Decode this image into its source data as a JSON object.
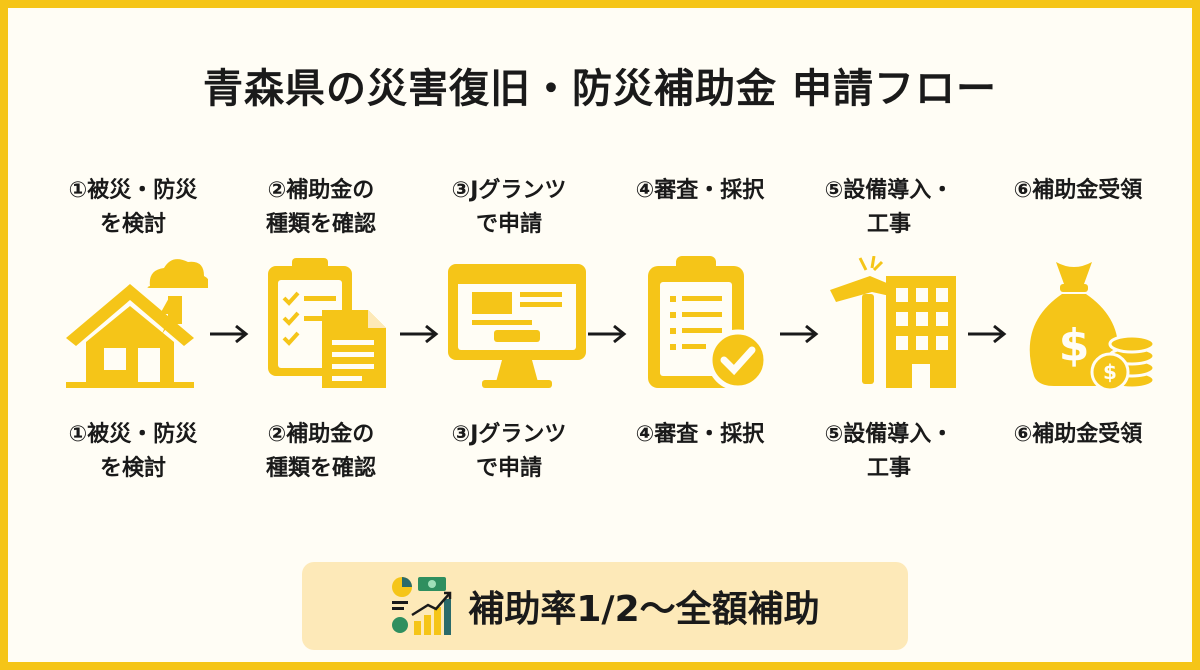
{
  "title": "青森県の災害復旧・防災補助金 申請フロー",
  "steps": [
    {
      "line1": "①被災・防災",
      "line2": "を検討",
      "icon": "house-storm-icon"
    },
    {
      "line1": "②補助金の",
      "line2": "種類を確認",
      "icon": "clipboard-document-icon"
    },
    {
      "line1": "③Jグランツ",
      "line2": "で申請",
      "icon": "computer-monitor-icon"
    },
    {
      "line1": "④審査・採択",
      "line2": "",
      "icon": "clipboard-check-icon"
    },
    {
      "line1": "⑤設備導入・",
      "line2": "工事",
      "icon": "hammer-building-icon"
    },
    {
      "line1": "⑥補助金受領",
      "line2": "",
      "icon": "money-bag-icon"
    }
  ],
  "badge": {
    "text": "補助率1/2〜全額補助",
    "icon": "growth-chart-icon"
  },
  "colors": {
    "accent": "#f5c518",
    "badge_bg": "#fde9b8",
    "text": "#1a1a1a"
  }
}
